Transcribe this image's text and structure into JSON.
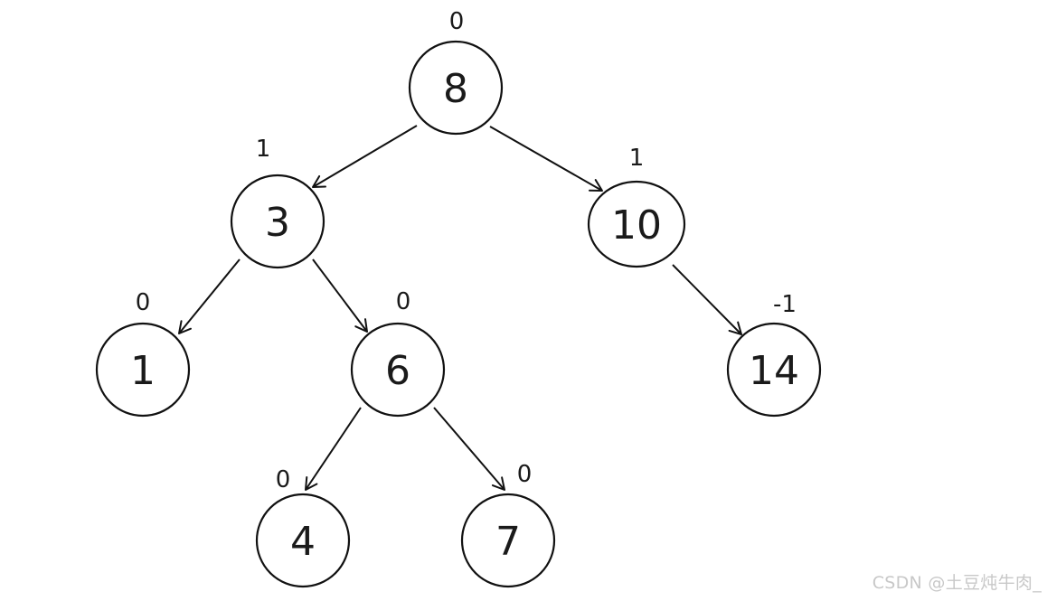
{
  "nodes": [
    {
      "id": "n8",
      "value": "8",
      "balance": "0"
    },
    {
      "id": "n3",
      "value": "3",
      "balance": "1"
    },
    {
      "id": "n10",
      "value": "10",
      "balance": "1"
    },
    {
      "id": "n1",
      "value": "1",
      "balance": "0"
    },
    {
      "id": "n6",
      "value": "6",
      "balance": "0"
    },
    {
      "id": "n14",
      "value": "14",
      "balance": "-1"
    },
    {
      "id": "n4",
      "value": "4",
      "balance": "0"
    },
    {
      "id": "n7",
      "value": "7",
      "balance": "0"
    }
  ],
  "edges": [
    {
      "from": "n8",
      "to": "n3"
    },
    {
      "from": "n8",
      "to": "n10"
    },
    {
      "from": "n3",
      "to": "n1"
    },
    {
      "from": "n3",
      "to": "n6"
    },
    {
      "from": "n10",
      "to": "n14"
    },
    {
      "from": "n6",
      "to": "n4"
    },
    {
      "from": "n6",
      "to": "n7"
    }
  ],
  "watermark": "CSDN @土豆炖牛肉_"
}
